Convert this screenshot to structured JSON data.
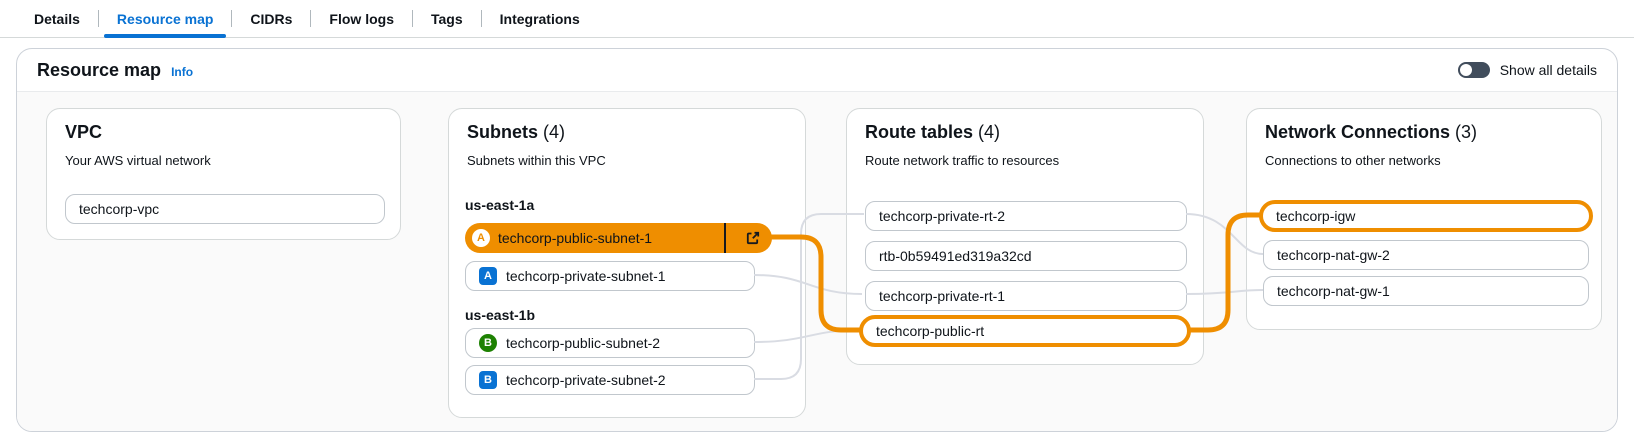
{
  "tabs": [
    {
      "label": "Details",
      "selected": false
    },
    {
      "label": "Resource map",
      "selected": true
    },
    {
      "label": "CIDRs",
      "selected": false
    },
    {
      "label": "Flow logs",
      "selected": false
    },
    {
      "label": "Tags",
      "selected": false
    },
    {
      "label": "Integrations",
      "selected": false
    }
  ],
  "panel": {
    "title": "Resource map",
    "info_label": "Info",
    "show_all_details_label": "Show all details",
    "toggle_state": "off"
  },
  "vpc_column": {
    "title": "VPC",
    "subtitle": "Your AWS virtual network",
    "items": [
      {
        "label": "techcorp-vpc"
      }
    ]
  },
  "subnets_column": {
    "title": "Subnets",
    "count": "(4)",
    "subtitle": "Subnets within this VPC",
    "groups": [
      {
        "label": "us-east-1a",
        "items": [
          {
            "label": "techcorp-public-subnet-1",
            "badge": "A",
            "badge_shape": "circle",
            "selected": true
          },
          {
            "label": "techcorp-private-subnet-1",
            "badge": "A",
            "badge_shape": "square",
            "selected": false
          }
        ]
      },
      {
        "label": "us-east-1b",
        "items": [
          {
            "label": "techcorp-public-subnet-2",
            "badge": "B",
            "badge_shape": "circle",
            "selected": false
          },
          {
            "label": "techcorp-private-subnet-2",
            "badge": "B",
            "badge_shape": "square",
            "selected": false
          }
        ]
      }
    ]
  },
  "route_tables_column": {
    "title": "Route tables",
    "count": "(4)",
    "subtitle": "Route network traffic to resources",
    "items": [
      {
        "label": "techcorp-private-rt-2",
        "selected": false
      },
      {
        "label": "rtb-0b59491ed319a32cd",
        "selected": false
      },
      {
        "label": "techcorp-private-rt-1",
        "selected": false
      },
      {
        "label": "techcorp-public-rt",
        "selected": true
      }
    ]
  },
  "network_connections_column": {
    "title": "Network Connections",
    "count": "(3)",
    "subtitle": "Connections to other networks",
    "items": [
      {
        "label": "techcorp-igw",
        "selected": true
      },
      {
        "label": "techcorp-nat-gw-2",
        "selected": false
      },
      {
        "label": "techcorp-nat-gw-1",
        "selected": false
      }
    ]
  },
  "connections": [
    {
      "from": "techcorp-public-subnet-1",
      "to": "techcorp-public-rt",
      "highlighted": true
    },
    {
      "from": "techcorp-public-rt",
      "to": "techcorp-igw",
      "highlighted": true
    },
    {
      "from": "techcorp-private-subnet-1",
      "to": "techcorp-private-rt-1",
      "highlighted": false
    },
    {
      "from": "techcorp-public-subnet-2",
      "to": "techcorp-public-rt",
      "highlighted": false
    },
    {
      "from": "techcorp-private-subnet-2",
      "to": "techcorp-private-rt-2",
      "highlighted": false
    },
    {
      "from": "techcorp-private-rt-2",
      "to": "techcorp-nat-gw-2",
      "highlighted": false
    },
    {
      "from": "techcorp-private-rt-1",
      "to": "techcorp-nat-gw-1",
      "highlighted": false
    }
  ],
  "colors": {
    "accent_orange": "#ef8e00",
    "link_blue": "#0972d3",
    "badge_blue": "#0972d3",
    "badge_green": "#1d8102",
    "toggle_bg": "#414d5c",
    "connector_gray": "#d9dce3"
  }
}
